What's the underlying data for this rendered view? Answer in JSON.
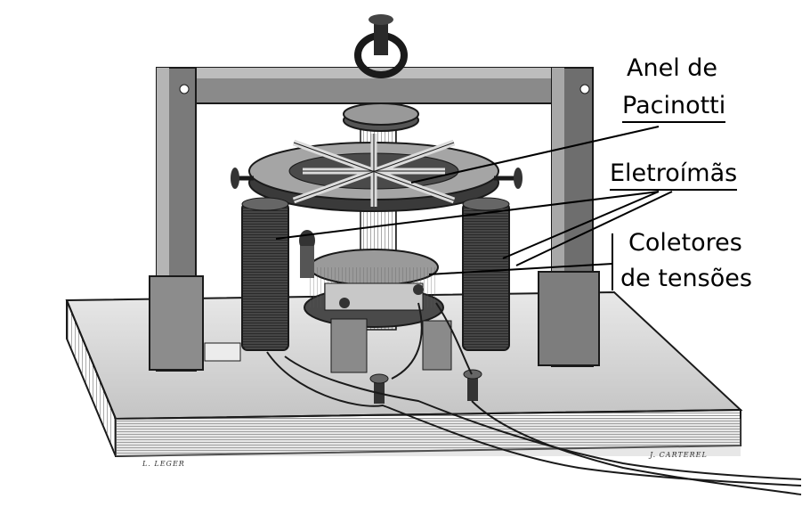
{
  "labels": {
    "anel_line1": "Anel de",
    "anel_line2": "Pacinotti",
    "eletroimas": "Eletroímãs",
    "coletores_line1": "Coletores",
    "coletores_line2": "de tensões"
  },
  "engraver_signatures": {
    "left": "L. LEGER",
    "right": "J. CARTEREL"
  },
  "colors": {
    "ink": "#1a1a1a",
    "wood_light": "#d9d9d9",
    "wood_dark": "#6b6b6b",
    "coil": "#2a2a2a"
  }
}
